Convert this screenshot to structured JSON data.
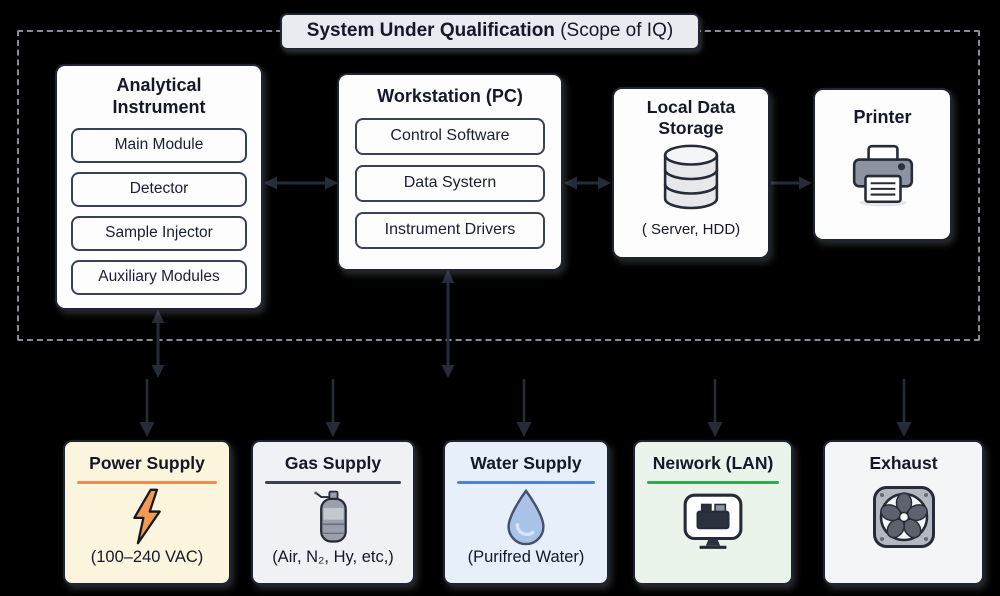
{
  "scope_box": {
    "title_bold": "System Under Qualification",
    "title_normal": " (Scope of IQ)"
  },
  "components": {
    "analytical_instrument": {
      "title": "Analytical Instrument",
      "modules": [
        "Main Module",
        "Detector",
        "Sample Injector",
        "Auxiliary Modules"
      ]
    },
    "workstation": {
      "title": "Workstation (PC)",
      "modules": [
        "Control Software",
        "Data Systern",
        "Instrument Drivers"
      ]
    },
    "storage": {
      "title": "Local Data Storage",
      "icon": "database-icon",
      "subtitle": "( Server, HDD)"
    },
    "printer": {
      "title": "Printer",
      "icon": "printer-icon"
    }
  },
  "utilities": [
    {
      "title": "Power Supply",
      "subtitle": "(100–240 VAC)",
      "icon": "lightning-icon",
      "bg": "#fcf5dd",
      "divider": "#ee8b4d"
    },
    {
      "title": "Gas Supply",
      "subtitle": "(Air, N₂, Hy, etc,)",
      "icon": "gas-cylinder-icon",
      "bg": "#eff1f5",
      "divider": "#3a4150"
    },
    {
      "title": "Water Supply",
      "subtitle": "(Purifred Water)",
      "icon": "water-drop-icon",
      "bg": "#e7effb",
      "divider": "#4f82d8"
    },
    {
      "title": "Neıwork (LAN)",
      "subtitle": "",
      "icon": "network-icon",
      "bg": "#ebf4ea",
      "divider": "#2fab4f"
    },
    {
      "title": "Exhaust",
      "subtitle": "",
      "icon": "exhaust-fan-icon",
      "bg": "#f4f5f7",
      "divider": "#9299a4"
    }
  ],
  "connections": [
    "analytical_instrument <-> workstation",
    "workstation <-> storage",
    "storage -> printer",
    "analytical_instrument <-> scope-boundary",
    "workstation <-> scope-boundary",
    "down -> power_supply",
    "down -> gas_supply",
    "down -> water_supply",
    "down -> network_lan",
    "down -> exhaust"
  ],
  "colors": {
    "background": "#000000",
    "box_border": "#1f2433",
    "arrow": "#262b38",
    "dashed_border": "#878d97"
  }
}
